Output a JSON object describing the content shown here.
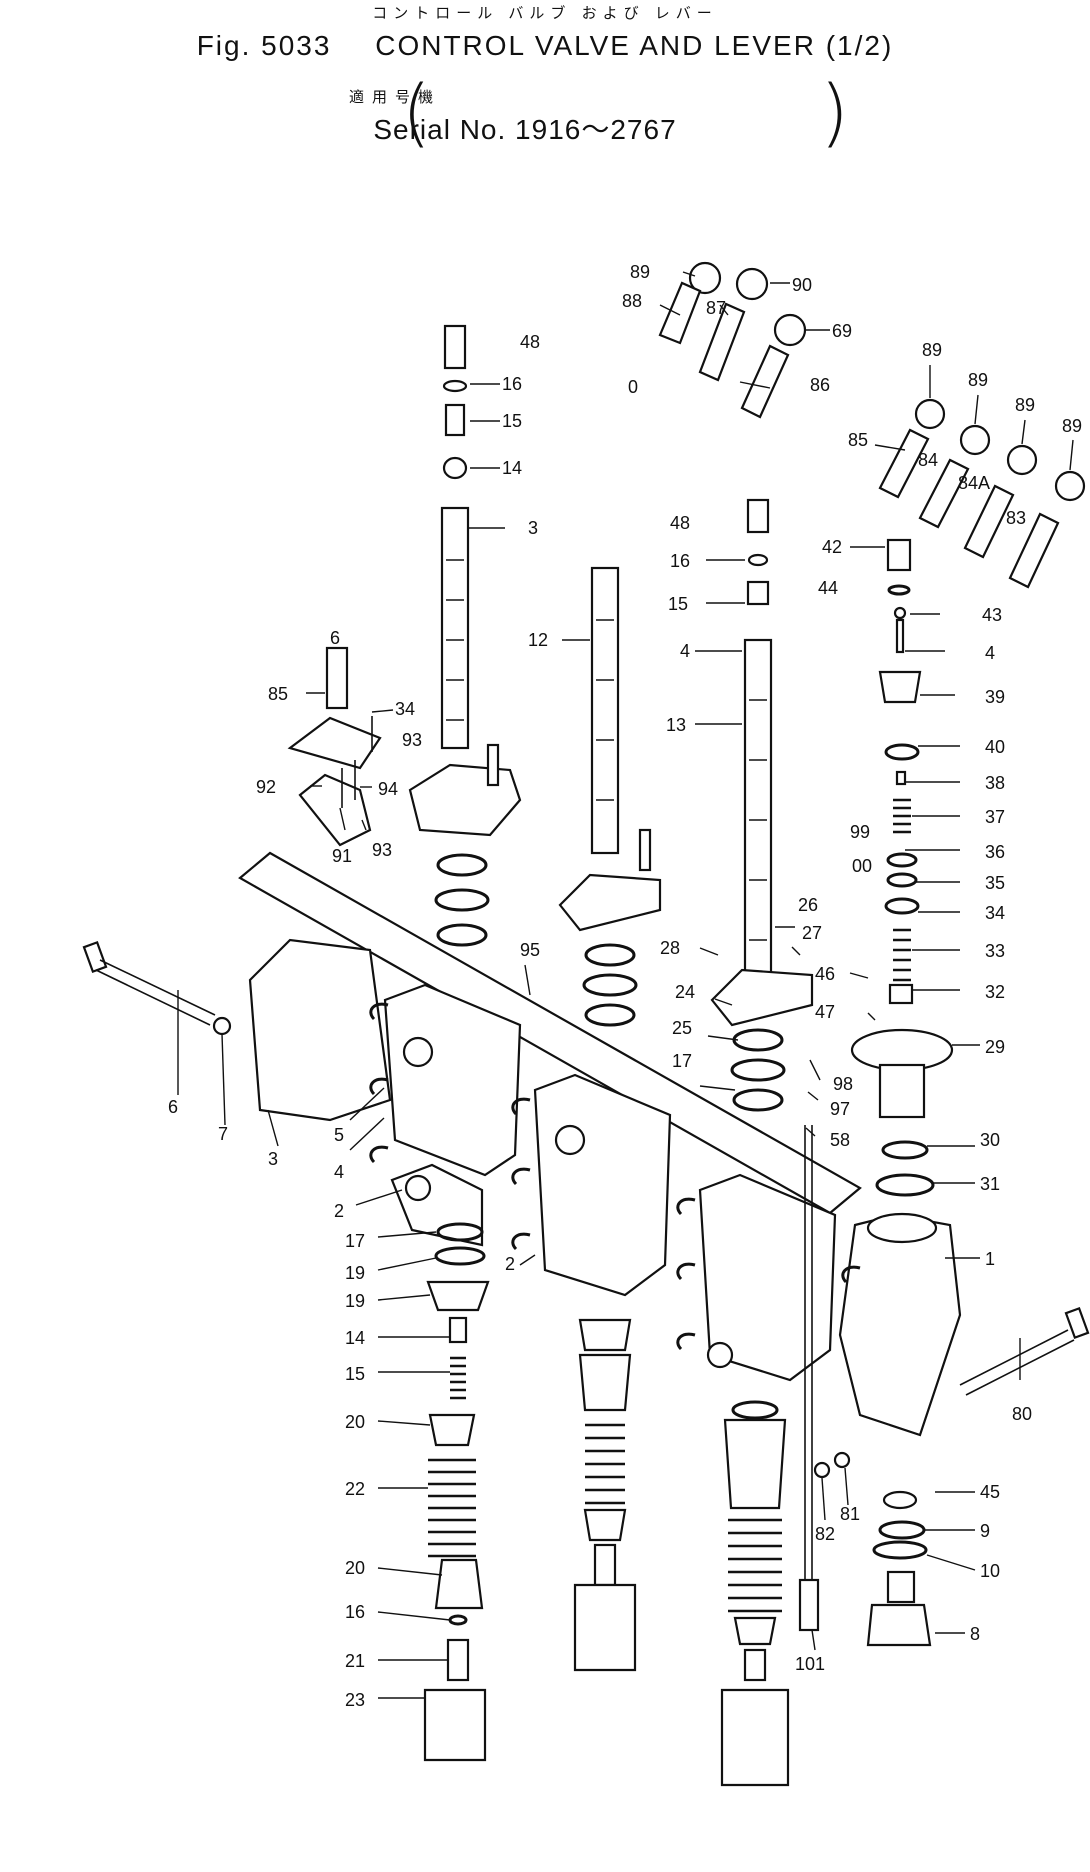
{
  "header": {
    "jp_title": "コントロール バルブ および レバー",
    "fig_id": "Fig. 5033",
    "title": "CONTROL VALVE AND LEVER",
    "page_ratio": "(1/2)",
    "jp_serial_label": "適用号機",
    "serial": "Serial No. 1916～2767"
  },
  "callouts": {
    "c89a": "89",
    "c90": "90",
    "c88a": "88",
    "c87": "87",
    "c69": "69",
    "c86a": "86",
    "c0": "0",
    "c89b": "89",
    "c89c": "89",
    "c89d": "89",
    "c89e": "89",
    "c85a": "85",
    "c84": "84",
    "c84a": "84A",
    "c83": "83",
    "c48a": "48",
    "c16a": "16",
    "c15a": "15",
    "c14a": "14",
    "c3a": "3",
    "c12": "12",
    "c48b": "48",
    "c16b": "16",
    "c15b": "15",
    "c4a": "4",
    "c13": "13",
    "c42": "42",
    "c44": "44",
    "c43": "43",
    "c4b": "4",
    "c39": "39",
    "c40": "40",
    "c38": "38",
    "c37": "37",
    "c99": "99",
    "c36": "36",
    "c100": "00",
    "c35": "35",
    "c34a": "34",
    "c33": "33",
    "c32": "32",
    "c6a": "6",
    "c85b": "85",
    "c34b": "34",
    "c93a": "93",
    "c92": "92",
    "c94": "94",
    "c91": "91",
    "c93b": "93",
    "c95": "95",
    "c26": "26",
    "c27": "27",
    "c28": "28",
    "c24": "24",
    "c46": "46",
    "c47": "47",
    "c29": "29",
    "c25": "25",
    "c17a": "17",
    "c98": "98",
    "c97": "97",
    "c58": "58",
    "c30": "30",
    "c31": "31",
    "c6b": "6",
    "c7": "7",
    "c3b": "3",
    "c5": "5",
    "c4c": "4",
    "c2a": "2",
    "c1": "1",
    "c17b": "17",
    "c19a": "19",
    "c19b": "19",
    "c2b": "2",
    "c14b": "14",
    "c15c": "15",
    "c20a": "20",
    "c22": "22",
    "c20b": "20",
    "c16c": "16",
    "c21": "21",
    "c23": "23",
    "c80": "80",
    "c45": "45",
    "c81": "81",
    "c82": "82",
    "c9": "9",
    "c10": "10",
    "c8": "8",
    "c101": "101"
  }
}
